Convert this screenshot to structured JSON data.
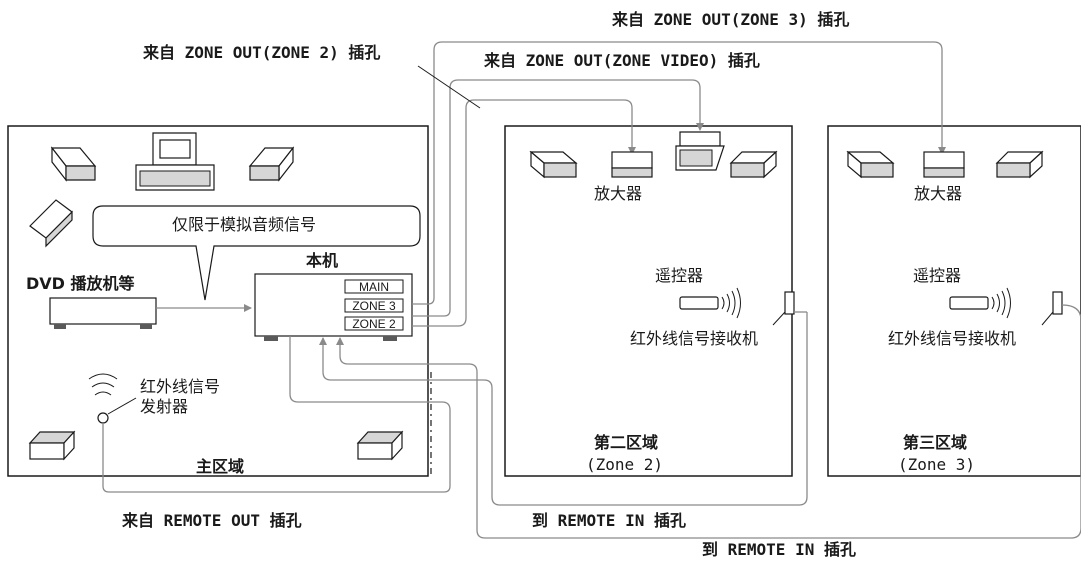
{
  "labels": {
    "zone3_out": "来自 ZONE OUT(ZONE 3) 插孔",
    "zone2_out": "来自 ZONE OUT(ZONE 2) 插孔",
    "zone_video_out": "来自 ZONE OUT(ZONE VIDEO) 插孔",
    "audio_only": "仅限于模拟音频信号",
    "unit": "本机",
    "dvd": "DVD 播放机等",
    "ir_emitter_line1": "红外线信号",
    "ir_emitter_line2": "发射器",
    "main_zone": "主区域",
    "remote_out": "来自 REMOTE OUT 插孔",
    "remote_in_zone2": "到 REMOTE IN 插孔",
    "remote_in_zone3": "到 REMOTE IN 插孔"
  },
  "unit_panel": {
    "main": "MAIN",
    "zone3": "ZONE 3",
    "zone2": "ZONE 2"
  },
  "zone2": {
    "amplifier": "放大器",
    "remote": "遥控器",
    "ir_receiver": "红外线信号接收机",
    "title": "第二区域",
    "subtitle": "(Zone 2)"
  },
  "zone3": {
    "amplifier": "放大器",
    "remote": "遥控器",
    "ir_receiver": "红外线信号接收机",
    "title": "第三区域",
    "subtitle": "(Zone 3)"
  }
}
